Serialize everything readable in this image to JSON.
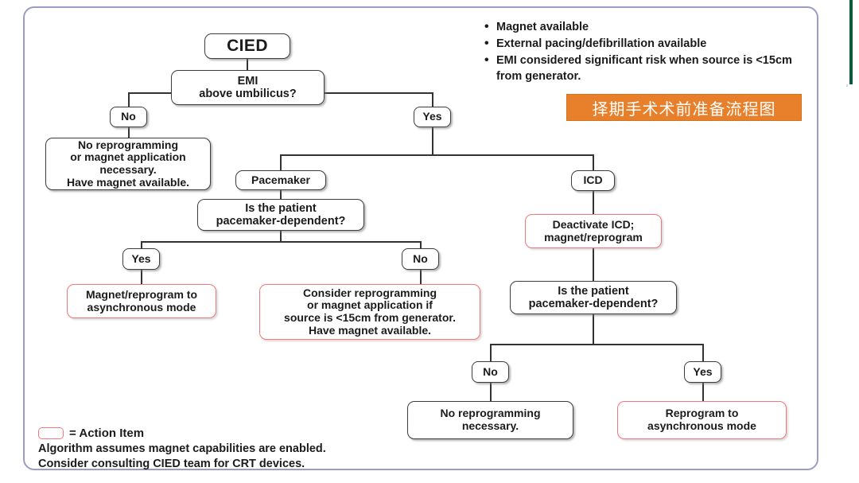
{
  "frame": {
    "border_color": "#9a9cc4"
  },
  "edge_strip": {
    "color": "#0d5b3d"
  },
  "notes": {
    "items": [
      "Magnet available",
      "External pacing/defibrillation available",
      "EMI considered significant risk when source is <15cm from generator."
    ]
  },
  "banner": {
    "text": "择期手术术前准备流程图",
    "bg_color": "#e8802b",
    "text_color": "#ffffff"
  },
  "flow": {
    "root": "CIED",
    "emi_question": "EMI\nabove umbilicus?",
    "branch_no": "No",
    "branch_yes": "Yes",
    "no_outcome": "No reprogramming\nor magnet application\nnecessary.\nHave magnet available.",
    "pacemaker": "Pacemaker",
    "icd": "ICD",
    "pm_dependent_question": "Is the patient\npacemaker-dependent?",
    "pm_yes": "Yes",
    "pm_no": "No",
    "pm_yes_action": "Magnet/reprogram to\nasynchronous mode",
    "pm_no_action": "Consider reprogramming\nor magnet application if\nsource is <15cm from generator.\nHave magnet available.",
    "icd_action": "Deactivate ICD;\nmagnet/reprogram",
    "icd_dependent_question": "Is the patient\npacemaker-dependent?",
    "icd_no": "No",
    "icd_yes": "Yes",
    "icd_no_outcome": "No reprogramming\nnecessary.",
    "icd_yes_action": "Reprogram to\nasynchronous mode"
  },
  "legend": {
    "symbol_label": "= Action Item",
    "action_color": "#f4757c",
    "footnote": "Algorithm assumes magnet capabilities are enabled.\nConsider consulting CIED team for CRT devices."
  }
}
